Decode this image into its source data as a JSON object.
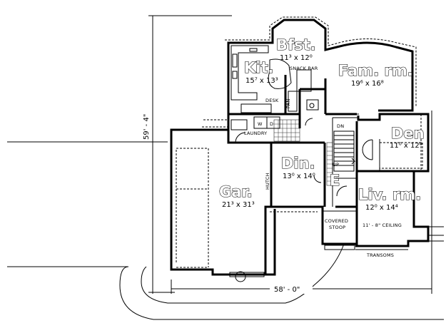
{
  "plan": {
    "overall_depth": "59' - 4\"",
    "overall_width": "58' - 0\"",
    "rooms": {
      "breakfast": {
        "name": "Bfst.",
        "size": "11³ x 12⁰"
      },
      "kitchen": {
        "name": "Kit.",
        "size": "15⁷ x 13³"
      },
      "family": {
        "name": "Fam. rm.",
        "size": "19⁶ x 16⁸"
      },
      "den": {
        "name": "Den",
        "size": "11⁰ x 12⁰"
      },
      "dining": {
        "name": "Din.",
        "size": "13⁰ x 14⁰"
      },
      "garage": {
        "name": "Gar.",
        "size": "21³ x 31³"
      },
      "living": {
        "name": "Liv. rm.",
        "size": "12⁰ x 14⁴"
      },
      "entry": {
        "name": "E"
      }
    },
    "labels": {
      "snack_bar": "SNACK BAR",
      "desk": "DESK",
      "pantry": "PAN",
      "laundry": "LAUNDRY",
      "washer": "W",
      "dryer": "D",
      "dn": "DN",
      "up": "UP",
      "hutch": "HUTCH",
      "covered_stoop_1": "COVERED",
      "covered_stoop_2": "STOOP",
      "ceiling": "11' - 8\" CEILING",
      "transoms": "TRANSOMS"
    }
  }
}
